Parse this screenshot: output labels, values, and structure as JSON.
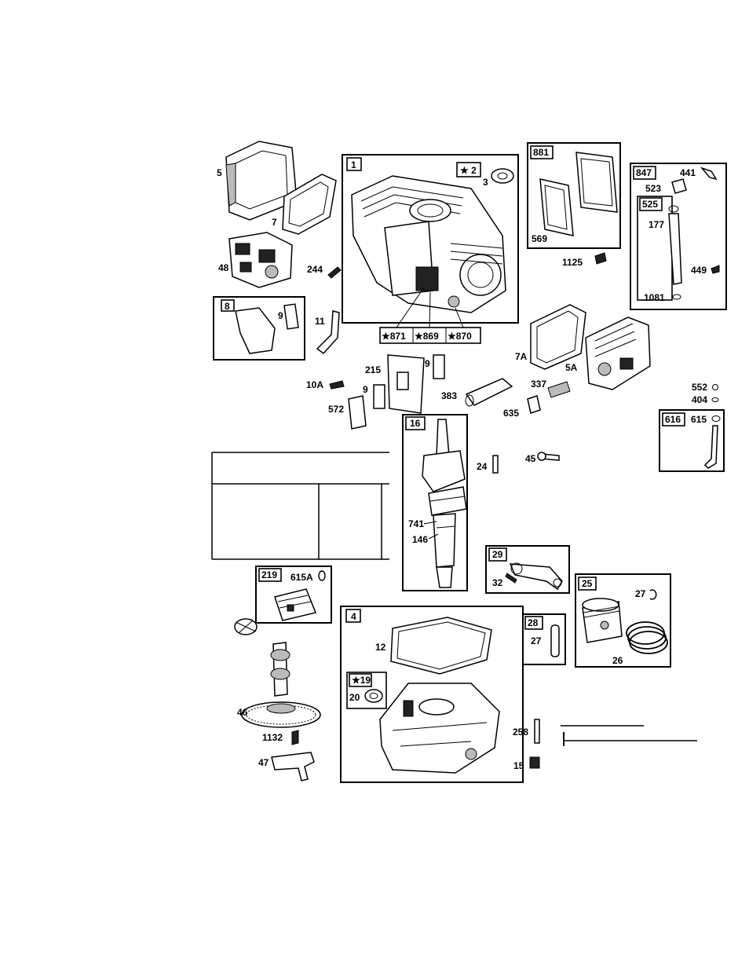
{
  "groups": {
    "g1": "1",
    "g2": "★ 2",
    "g3": "3",
    "g881": "881",
    "g569": "569",
    "g1125": "1125",
    "g847": "847",
    "g441": "441",
    "g523": "523",
    "g525": "525",
    "g177": "177",
    "g449": "449",
    "g1081": "1081",
    "g8": "8",
    "g9a": "9",
    "g871": "★871",
    "g869": "★869",
    "g870": "★870",
    "g16": "16",
    "g741": "741",
    "g146": "146",
    "g616": "616",
    "g615": "615",
    "g29": "29",
    "g32": "32",
    "g25": "25",
    "g27a": "27",
    "g26": "26",
    "g28": "28",
    "g27b": "27",
    "g219": "219",
    "g615A": "615A",
    "g4": "4",
    "g12": "12",
    "g19": "★19",
    "g20": "20"
  },
  "callouts": {
    "c5": "5",
    "c7": "7",
    "c48": "48",
    "c244": "244",
    "c11": "11",
    "c7A": "7A",
    "c5A": "5A",
    "c215": "215",
    "c9b": "9",
    "c9c": "9",
    "c10A": "10A",
    "c572": "572",
    "c383": "383",
    "c337": "337",
    "c635": "635",
    "c552": "552",
    "c404": "404",
    "c24": "24",
    "c45": "45",
    "c46": "46",
    "c1132": "1132",
    "c47": "47",
    "c258": "258",
    "c15": "15"
  }
}
